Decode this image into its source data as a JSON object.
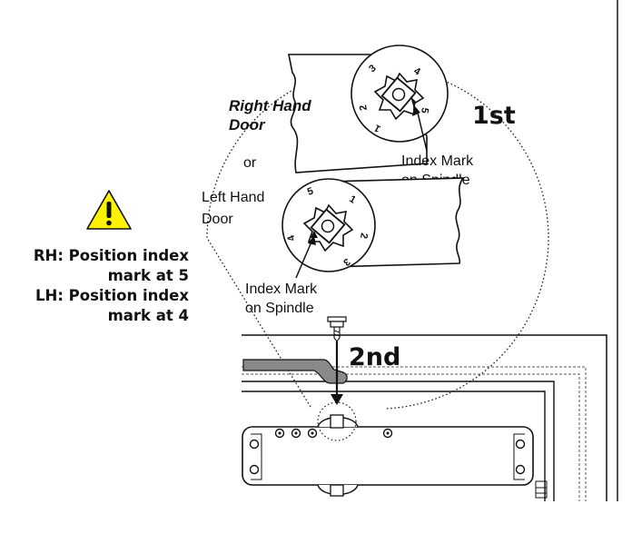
{
  "diagram": {
    "step_1": "1st",
    "step_2": "2nd",
    "right_hand_door": {
      "line1": "Right Hand",
      "line2": "Door"
    },
    "or_text": "or",
    "left_hand_door": {
      "line1": "Left Hand",
      "line2": "Door"
    },
    "index_mark_right": {
      "line1": "Index Mark",
      "line2": "on Spindle"
    },
    "index_mark_left": {
      "line1": "Index Mark",
      "line2": "on Spindle"
    },
    "dial_numbers": [
      "1",
      "2",
      "3",
      "4",
      "5"
    ],
    "warning": {
      "icon": "warning-triangle-icon",
      "lines": [
        "RH: Position index",
        "mark at 5",
        "LH: Position index",
        "mark at 4"
      ]
    },
    "colors": {
      "warning_fill": "#fff200",
      "arm_fill": "#8a8a8a",
      "line": "#111111"
    }
  }
}
